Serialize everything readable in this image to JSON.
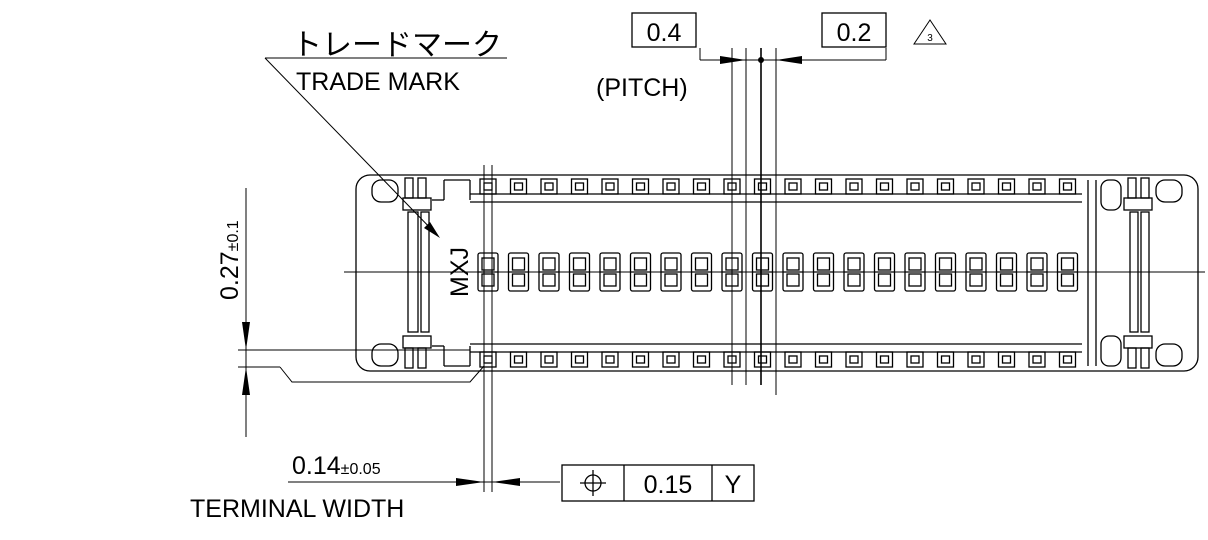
{
  "trade_mark": {
    "label_jp": "トレードマーク",
    "label_en": "TRADE MARK",
    "marking": "MXJ"
  },
  "pitch": {
    "value": "0.4",
    "label": "(PITCH)"
  },
  "offset": {
    "value": "0.2",
    "revision_mark": "3"
  },
  "height_dim": {
    "value": "0.27",
    "tolerance": "±0.1"
  },
  "terminal": {
    "value": "0.14",
    "tolerance": "±0.05",
    "label": "TERMINAL WIDTH"
  },
  "position_tolerance": {
    "symbol": "position-symbol",
    "value": "0.15",
    "datum": "Y"
  },
  "terminal_count_per_row": 20
}
